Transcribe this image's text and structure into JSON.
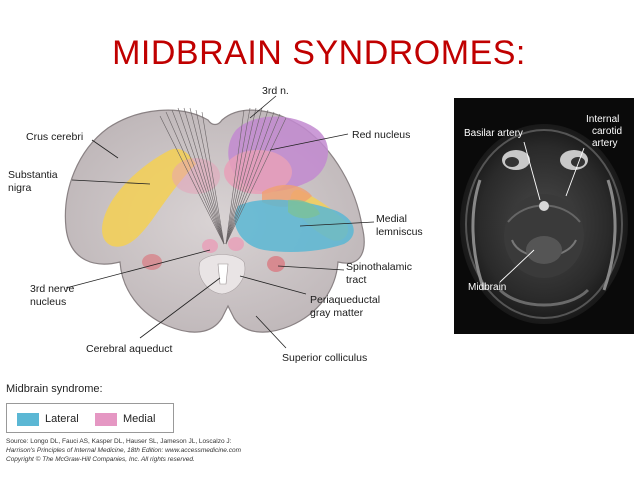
{
  "title": "MIDBRAIN SYNDROMES:",
  "diagram_labels": {
    "third_n": "3rd n.",
    "crus_cerebri": "Crus cerebri",
    "substantia_nigra_1": "Substantia",
    "substantia_nigra_2": "nigra",
    "third_nerve_nucleus_1": "3rd nerve",
    "third_nerve_nucleus_2": "nucleus",
    "cerebral_aqueduct": "Cerebral aqueduct",
    "red_nucleus": "Red nucleus",
    "medial_lemniscus_1": "Medial",
    "medial_lemniscus_2": "lemniscus",
    "spinothalamic_1": "Spinothalamic",
    "spinothalamic_2": "tract",
    "periaqueductal_1": "Periaqueductal",
    "periaqueductal_2": "gray matter",
    "superior_colliculus": "Superior colliculus"
  },
  "mri_labels": {
    "basilar_artery": "Basilar artery",
    "internal_carotid_1": "Internal",
    "internal_carotid_2": "carotid",
    "internal_carotid_3": "artery",
    "midbrain": "Midbrain"
  },
  "legend": {
    "title": "Midbrain syndrome:",
    "items": [
      {
        "label": "Lateral",
        "color": "#5bb7d4"
      },
      {
        "label": "Medial",
        "color": "#e597c3"
      }
    ]
  },
  "source": {
    "line1": "Source: Longo DL, Fauci AS, Kasper DL, Hauser SL, Jameson JL, Loscalzo J:",
    "line2": "Harrison's Principles of Internal Medicine, 18th Edition: www.accessmedicine.com",
    "line3": "Copyright © The McGraw-Hill Companies, Inc. All rights reserved."
  },
  "colors": {
    "title": "#c00000",
    "tissue": "#cdc7c9",
    "crus_yellow": "#f2cf5a",
    "red_nucleus_pink": "#e8a0b8",
    "medial_magenta": "#c28ad0",
    "lateral_blue": "#5bb7d4"
  }
}
